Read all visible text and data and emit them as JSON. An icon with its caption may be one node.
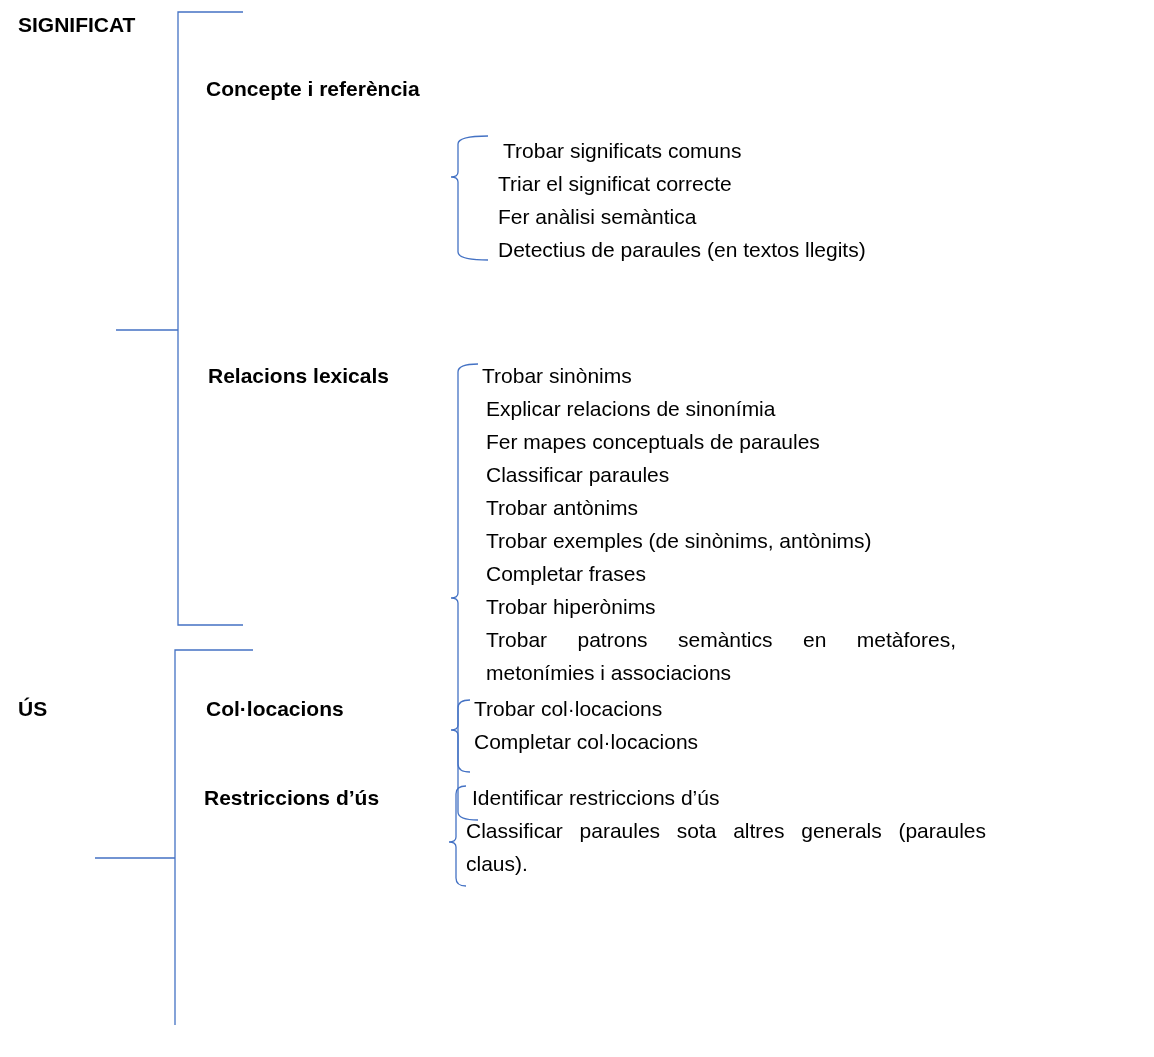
{
  "diagram": {
    "labels": [
      "SIGNIFICAT",
      "Concepte i referència",
      "Trobar significats comuns",
      "Triar el significat correcte",
      "Fer anàlisi semàntica",
      "Detectius de paraules (en textos llegits)",
      "Relacions lexicals",
      "Trobar sinònims",
      "Explicar relacions de sinonímia",
      "Fer mapes conceptuals de paraules",
      "Classificar paraules",
      "Trobar antònims",
      "Trobar exemples (de sinònims, antònims)",
      "Completar frases",
      "Trobar hiperònims",
      "Trobar patrons semàntics en metàfores, metonímies i associacions",
      "ÚS",
      "Col·locacions",
      "Trobar col·locacions",
      "Completar col·locacions",
      "Restriccions d’ús",
      "Identificar restriccions d’ús",
      "Classificar paraules sota altres generals (paraules claus)."
    ]
  }
}
